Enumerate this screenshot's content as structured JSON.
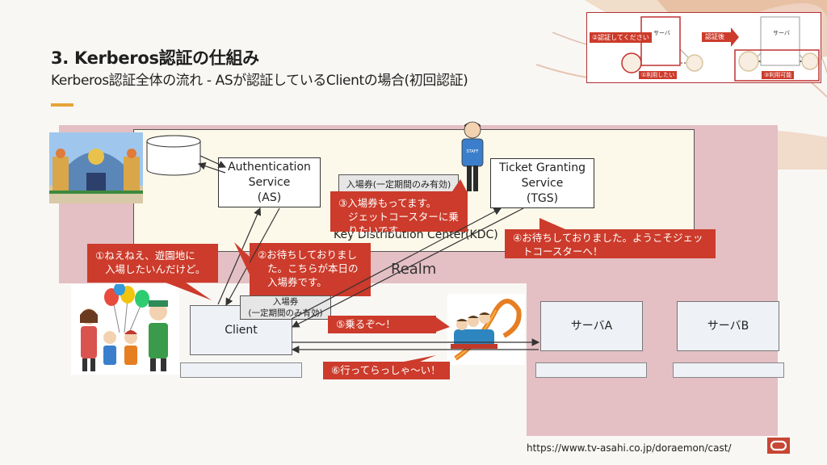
{
  "title": "3. Kerberos認証の仕組み",
  "subtitle": "Kerberos認証全体の流れ - ASが認証しているClientの場合(初回認証)",
  "inset": {
    "callout_auth": "②認証してください",
    "server": "サーバ",
    "use_request": "①利用したい",
    "after_auth": "認証後",
    "server2": "サーバ",
    "usable": "③利用可能"
  },
  "kdc": {
    "label": "Key Distribution Center(KDC)"
  },
  "realm": {
    "label": "Realm"
  },
  "as": {
    "line1": "Authentication",
    "line2": "Service",
    "line3": "(AS)"
  },
  "tgs": {
    "line1": "Ticket Granting",
    "line2": "Service",
    "line3": "(TGS)"
  },
  "client": {
    "label": "Client"
  },
  "server_a": {
    "label": "サーバA"
  },
  "server_b": {
    "label": "サーバB"
  },
  "tickets": {
    "tgt": "入場券(一定期間のみ有効)",
    "client_line1": "入場券",
    "client_line2": "(一定期間のみ有効)"
  },
  "callouts": {
    "step1_line1": "①ねえねえ、遊園地に",
    "step1_line2": "入場したいんだけど。",
    "step2_line1": "②お待ちしておりまし",
    "step2_line2": "た。こちらが本日の",
    "step2_line3": "入場券です。",
    "step3_line1": "③入場券もってます。",
    "step3_line2": "ジェットコースターに乗",
    "step3_line3": "りたいです。",
    "step4_line1": "④お待ちしておりました。ようこそジェッ",
    "step4_line2": "トコースターへ！",
    "step5": "⑤乗るぞ〜！",
    "step6": "⑥行ってらっしゃ〜い！"
  },
  "staff_badge": "STAFF",
  "source_url": "https://www.tv-asahi.co.jp/doraemon/cast/",
  "colors": {
    "callout": "#cc3b2b",
    "accent": "#e8a33a",
    "realm": "#e4bfc3",
    "kdc": "#fdf9ea"
  }
}
